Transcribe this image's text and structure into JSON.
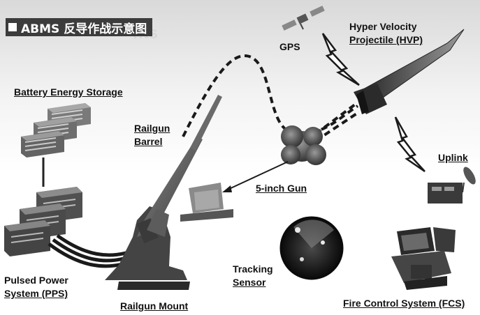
{
  "title": "ABMS 反导作战示意图",
  "background_text": "nts",
  "labels": {
    "battery_energy_storage": "Battery Energy Storage",
    "railgun_barrel_1": "Railgun",
    "railgun_barrel_2": "Barrel",
    "pulsed_power_1": "Pulsed Power",
    "pulsed_power_2": "System (PPS)",
    "railgun_mount": "Railgun  Mount",
    "gps": "GPS",
    "hvp_1": "Hyper Velocity",
    "hvp_2": "Projectile (HVP)",
    "five_inch_gun": "5-inch Gun",
    "uplink": "Uplink",
    "tracking_1": "Tracking",
    "tracking_2": "Sensor",
    "fcs": "Fire Control System (FCS)"
  },
  "colors": {
    "title_bg": "#3c3c3c",
    "equipment": "#555555",
    "dashed_path": "#1a1a1a",
    "radar_glow": "#e8e8e8"
  },
  "icons": [
    "battery-icon",
    "pps-module-icon",
    "railgun-icon",
    "satellite-icon",
    "projectile-icon",
    "explosion-icon",
    "gun-turret-icon",
    "radar-scope-icon",
    "dish-antenna-icon",
    "fcs-console-icon",
    "lightning-icon"
  ]
}
